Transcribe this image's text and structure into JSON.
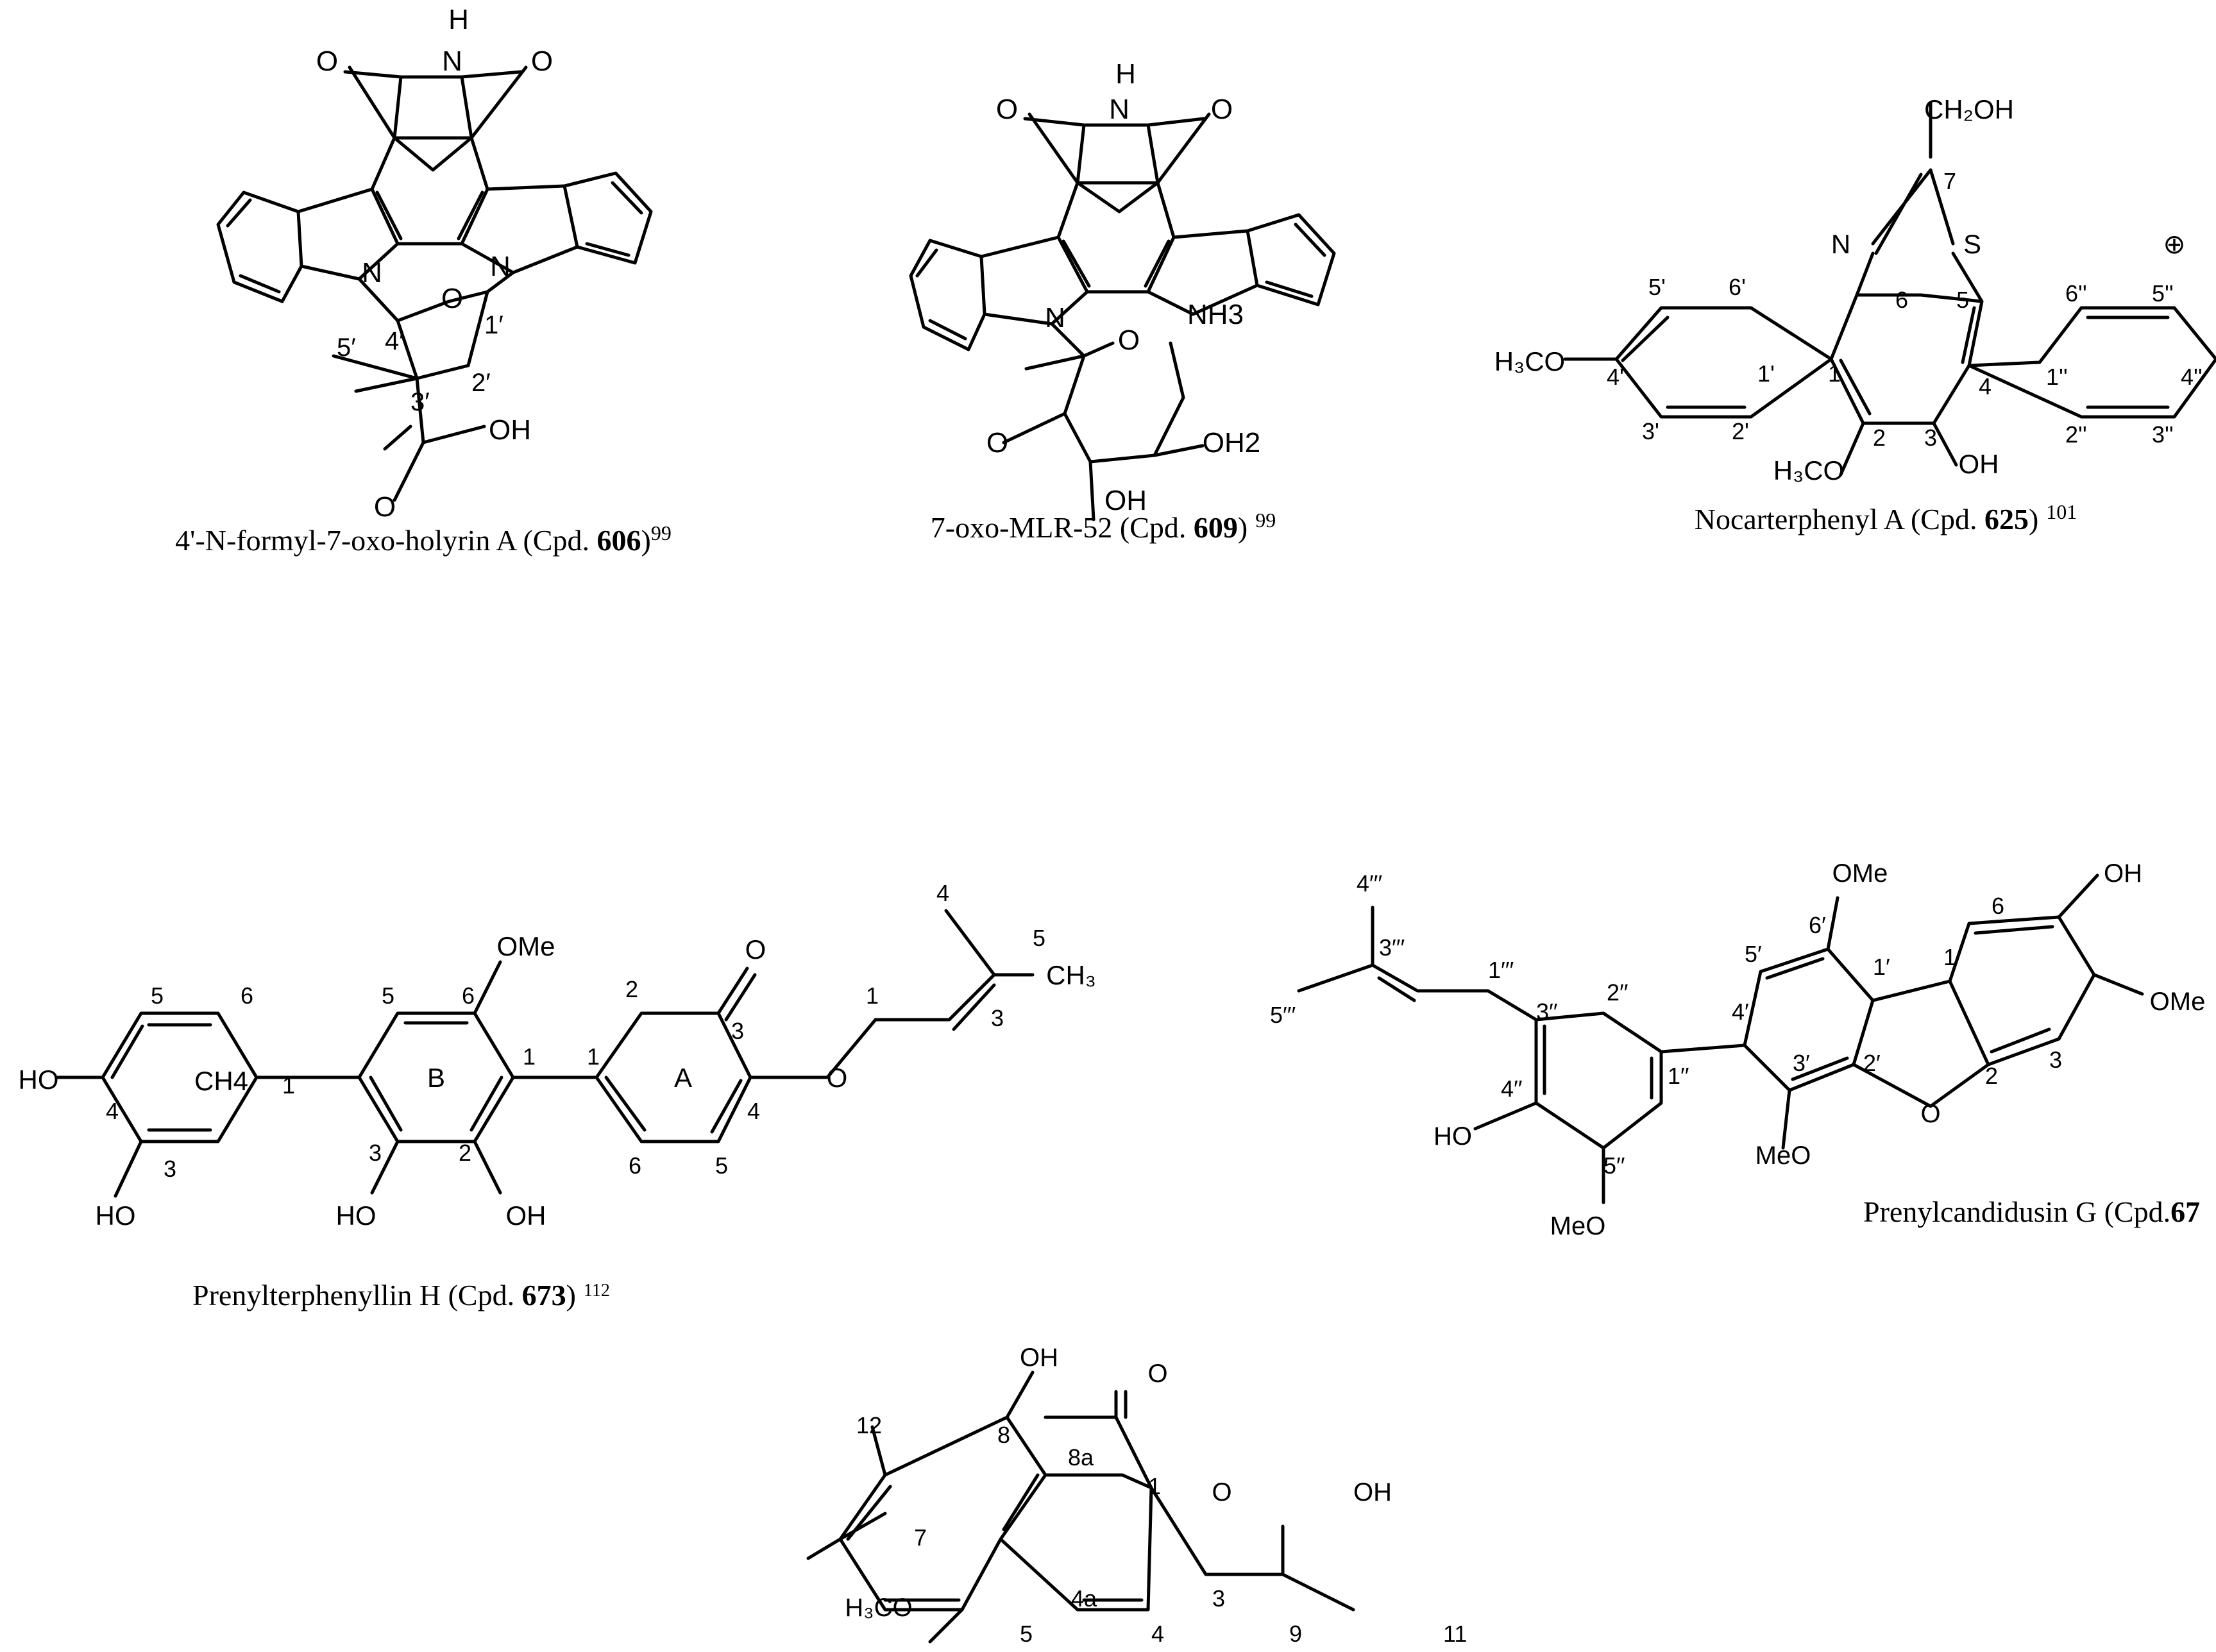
{
  "structures": {
    "s606": {
      "caption_name": "4'-N-formyl-7-oxo-holyrin A (Cpd. ",
      "caption_number": "606",
      "caption_close": ")",
      "caption_ref": "99",
      "atoms": [
        "H",
        "N",
        "O",
        "O",
        "N",
        "N",
        "O",
        "OH",
        "O"
      ],
      "locants": [
        "4′",
        "5′",
        "3′",
        "2′",
        "1′"
      ]
    },
    "s609": {
      "caption_name": "7-oxo-MLR-52 (Cpd. ",
      "caption_number": "609",
      "caption_close": ")",
      "caption_ref": "99",
      "atoms": [
        "H",
        "N",
        "O",
        "O",
        "N",
        "NH3",
        "O",
        "OH2",
        "OH",
        "O"
      ]
    },
    "s625": {
      "caption_name": "Nocarterphenyl A (Cpd. ",
      "caption_number": "625",
      "caption_close": ")",
      "caption_ref": "101",
      "atoms": [
        "CH₂OH",
        "N",
        "S",
        "H₃CO",
        "H₃CO",
        "OH",
        "⊕"
      ],
      "locants": [
        "7",
        "6",
        "5",
        "1",
        "4",
        "2",
        "3",
        "5'",
        "6'",
        "4'",
        "1'",
        "3'",
        "2'",
        "6''",
        "5''",
        "1''",
        "4''",
        "2''",
        "3''"
      ]
    },
    "s673": {
      "caption_name": "Prenylterphenyllin  H (Cpd. ",
      "caption_number": "673",
      "caption_close": ")",
      "caption_ref": "112",
      "atoms": [
        "OMe",
        "O",
        "HO",
        "HO",
        "HO",
        "OH",
        "O",
        "CH₃"
      ],
      "ring_labels": [
        "CH4",
        "B",
        "A"
      ],
      "locants": [
        "5",
        "6",
        "4",
        "3",
        "1",
        "5",
        "6",
        "1",
        "3",
        "2",
        "1",
        "2",
        "3",
        "4",
        "6",
        "5",
        "1",
        "3",
        "4",
        "5"
      ]
    },
    "s67x": {
      "caption_name": "Prenylcandidusin G (Cpd.",
      "caption_number": "67",
      "atoms": [
        "OMe",
        "OH",
        "OMe",
        "HO",
        "MeO",
        "MeO",
        "O"
      ],
      "locants": [
        "4′′′",
        "3′′′",
        "1′′′",
        "5′′′",
        "2′′",
        "3′′",
        "4′′",
        "5′′",
        "1′′",
        "5′",
        "6′",
        "4′",
        "3′",
        "2′",
        "1′",
        "1",
        "6",
        "2",
        "3"
      ]
    },
    "sIso": {
      "atoms": [
        "OH",
        "O",
        "O",
        "OH",
        "H₃CO"
      ],
      "locants": [
        "12",
        "8",
        "8a",
        "1",
        "7",
        "4a",
        "3",
        "5",
        "4",
        "9",
        "11"
      ]
    }
  }
}
